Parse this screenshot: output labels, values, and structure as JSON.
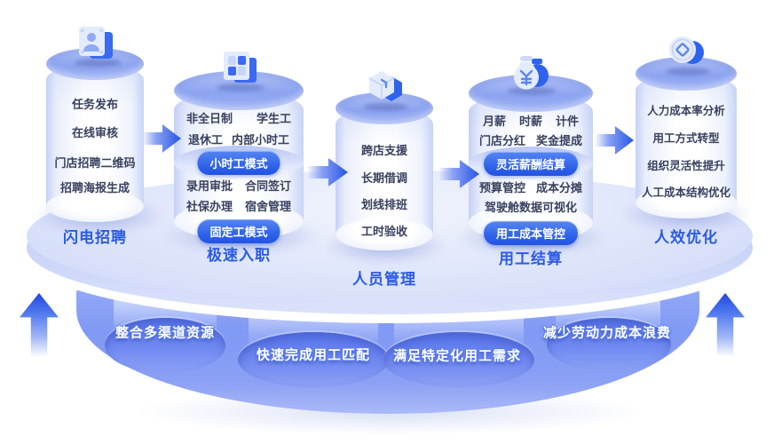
{
  "colors": {
    "accent": "#2b5ae6",
    "badge": "#2e5fe8",
    "platter": "#dce3fa",
    "bowl": "#8099f4",
    "recess": "#5b78ee"
  },
  "icons": [
    "recruit-card-icon",
    "modes-grid-icon",
    "staff-cube-icon",
    "money-bag-icon",
    "coin-icon"
  ],
  "cylinders": [
    {
      "title": "闪电招聘",
      "items": [
        "任务发布",
        "在线审核",
        "门店招聘二维码",
        "招聘海报生成"
      ]
    },
    {
      "title": "极速入职",
      "badge_hourly": "小时工模式",
      "badge_fixed": "固定工模式",
      "items": [
        "非全日制",
        "学生工",
        "退休工",
        "内部小时工",
        "录用审批",
        "合同签订",
        "社保办理",
        "宿舍管理"
      ]
    },
    {
      "title": "人员管理",
      "items": [
        "跨店支援",
        "长期借调",
        "划线排班",
        "工时验收"
      ]
    },
    {
      "title": "用工结算",
      "badge_salary": "灵活薪酬结算",
      "badge_cost": "用工成本管控",
      "items": [
        "月薪",
        "时薪",
        "计件",
        "门店分红",
        "奖金提成",
        "预算管控",
        "成本分摊",
        "驾驶舱数据可视化"
      ]
    },
    {
      "title": "人效优化",
      "items": [
        "人力成本率分析",
        "用工方式转型",
        "组织灵活性提升",
        "人工成本结构优化"
      ]
    }
  ],
  "base_pills": [
    "整合多渠道资源",
    "快速完成用工匹配",
    "满足特定化用工需求",
    "减少劳动力成本浪费"
  ]
}
